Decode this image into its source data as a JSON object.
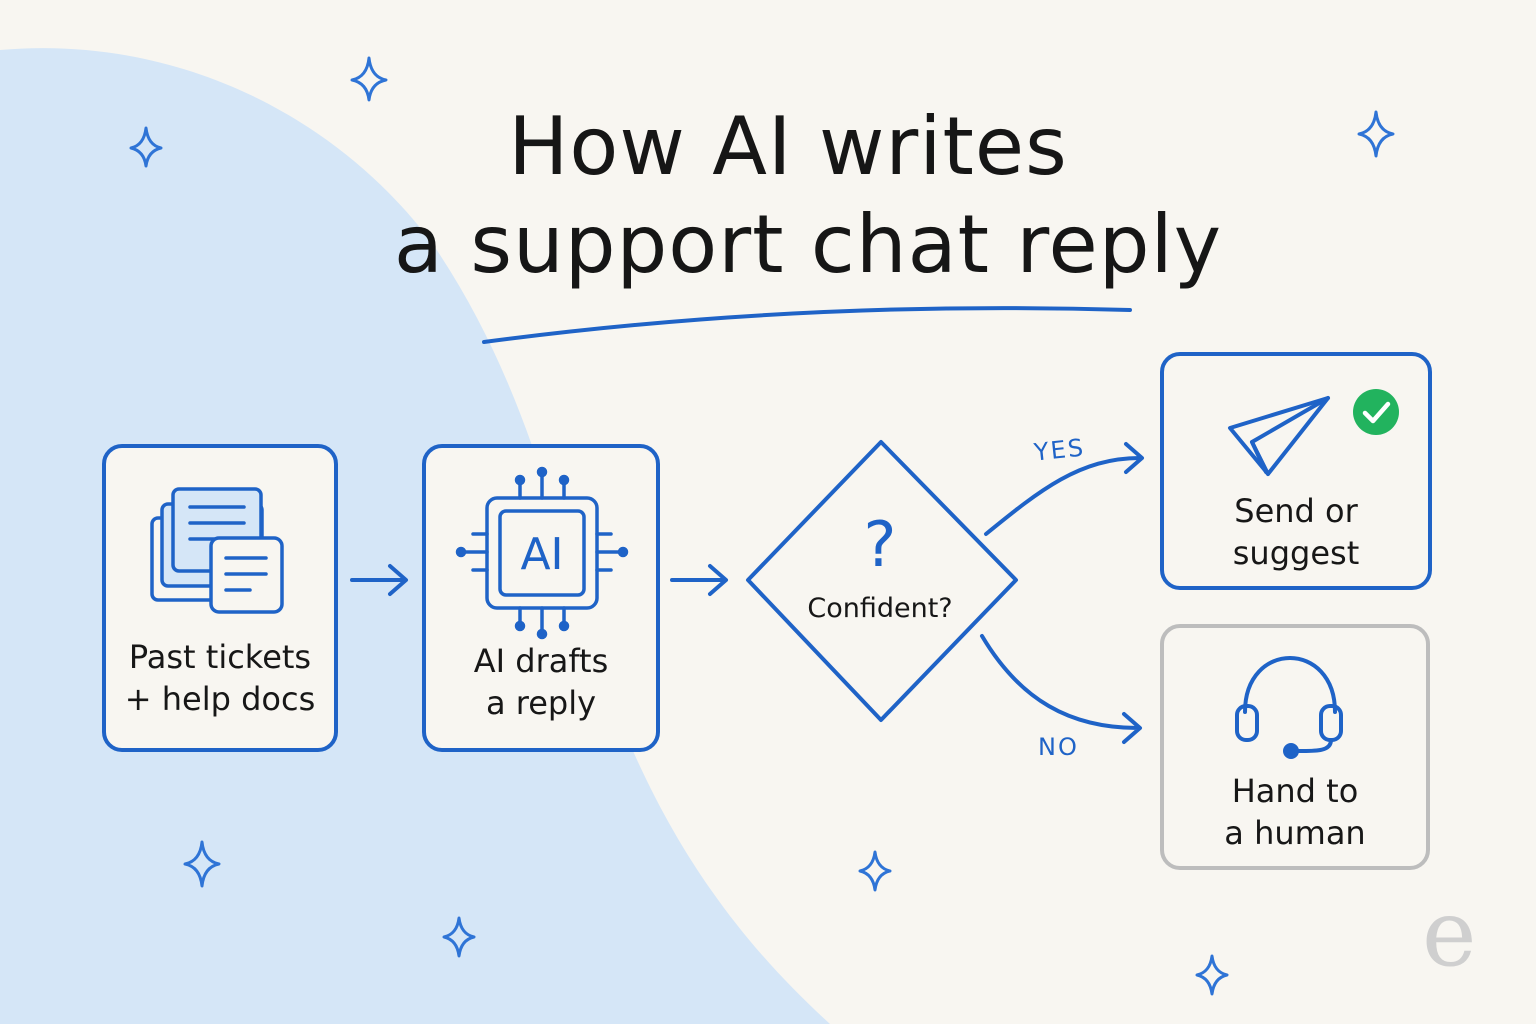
{
  "title": {
    "line1": "How AI writes",
    "line2": "a support chat reply"
  },
  "nodes": {
    "input": {
      "line1": "Past tickets",
      "line2": "+ help docs",
      "icon": "documents-stack-icon"
    },
    "draft": {
      "line1": "AI drafts",
      "line2": "a reply",
      "icon_text": "AI",
      "icon": "ai-chip-icon"
    },
    "decision": {
      "mark": "?",
      "label": "Confident?"
    },
    "send": {
      "line1": "Send or",
      "line2": "suggest",
      "icon": "paper-plane-icon",
      "badge_icon": "check-circle-icon"
    },
    "human": {
      "line1": "Hand to",
      "line2": "a human",
      "icon": "headset-icon"
    }
  },
  "edges": {
    "yes_label": "YES",
    "no_label": "NO"
  },
  "brand": {
    "mark": "e"
  },
  "colors": {
    "accent": "#1f63c7",
    "background": "#f8f6f1",
    "panel": "#d5e6f7",
    "success": "#22b35e",
    "muted_border": "#bdbdbd",
    "sparkle": "#2f74d6"
  }
}
